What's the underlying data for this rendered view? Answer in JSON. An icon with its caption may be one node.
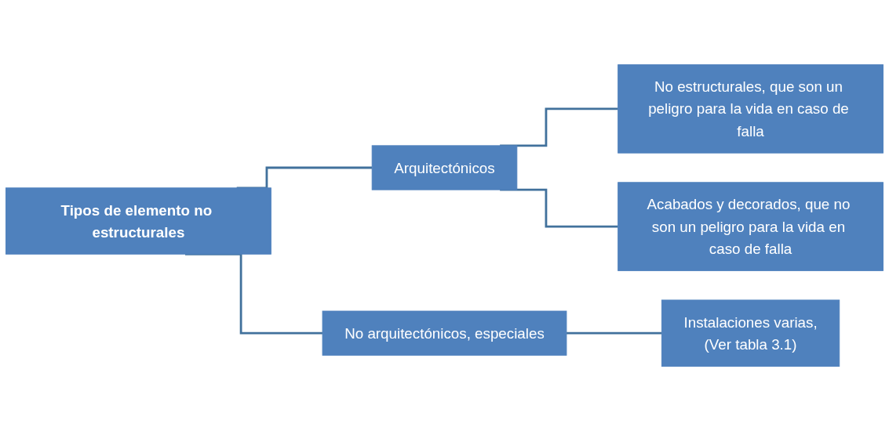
{
  "diagram": {
    "nodes": [
      {
        "text": [
          "Tipos de elemento no estructurales"
        ]
      },
      {
        "text": [
          "Arquitectónicos"
        ]
      },
      {
        "text": [
          "No arquitectónicos, especiales"
        ]
      },
      {
        "text": [
          "No estructurales, que son un peligro para la vida en caso de falla"
        ]
      },
      {
        "text": [
          "Acabados y decorados, que no son un peligro para la vida en caso de falla"
        ]
      },
      {
        "text": [
          "Instalaciones varias,",
          "(Ver tabla 3.1)"
        ]
      }
    ],
    "edges": [
      {
        "from": 0,
        "to": 1,
        "arrow": "none"
      },
      {
        "from": 0,
        "to": 2,
        "arrow": "none"
      },
      {
        "from": 1,
        "to": 3,
        "arrow": "none"
      },
      {
        "from": 1,
        "to": 4,
        "arrow": "none"
      },
      {
        "from": 2,
        "to": 5,
        "arrow": "none"
      }
    ]
  }
}
